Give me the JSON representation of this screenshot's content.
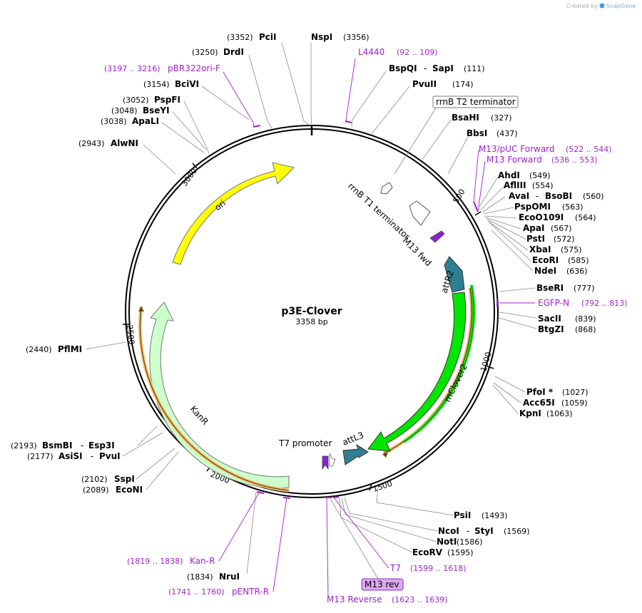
{
  "header": {
    "credit_prefix": "Created by",
    "credit_brand": "SnapGene"
  },
  "map": {
    "name": "p3E-Clover",
    "size": "3358 bp"
  },
  "ticks": [
    "500",
    "1000",
    "1500",
    "2000",
    "2500",
    "3000"
  ],
  "sites": {
    "pcil": {
      "pos": "(3352)",
      "name": "PciI"
    },
    "nspl": {
      "name": "NspI",
      "pos": "(3356)"
    },
    "drdl": {
      "pos": "(3250)",
      "name": "DrdI"
    },
    "bspqi": {
      "name": "BspQI",
      "sep": "-",
      "name2": "SapI",
      "pos": "(111)"
    },
    "pvull": {
      "name": "PvuII",
      "pos": "(174)"
    },
    "bcivi": {
      "pos": "(3154)",
      "name": "BciVI"
    },
    "pspfi": {
      "pos": "(3052)",
      "name": "PspFI"
    },
    "bseyi": {
      "pos": "(3048)",
      "name": "BseYI"
    },
    "apali": {
      "pos": "(3038)",
      "name": "ApaLI"
    },
    "bsahi": {
      "name": "BsaHI",
      "pos": "(327)"
    },
    "bbsi": {
      "name": "BbsI",
      "pos": "(437)"
    },
    "alwni": {
      "pos": "(2943)",
      "name": "AlwNI"
    },
    "ahdi": {
      "name": "AhdI",
      "pos": "(549)"
    },
    "aflIII": {
      "name": "AflIII",
      "pos": "(554)"
    },
    "aval": {
      "name": "AvaI",
      "sep": "-",
      "name2": "BsoBI",
      "pos": "(560)"
    },
    "pspomi": {
      "name": "PspOMI",
      "pos": "(563)"
    },
    "eco0109i": {
      "name": "EcoO109I",
      "pos": "(564)"
    },
    "apai": {
      "name": "ApaI",
      "pos": "(567)"
    },
    "psti": {
      "name": "PstI",
      "pos": "(572)"
    },
    "xbai": {
      "name": "XbaI",
      "pos": "(575)"
    },
    "ecori": {
      "name": "EcoRI",
      "pos": "(585)"
    },
    "ndei": {
      "name": "NdeI",
      "pos": "(636)"
    },
    "bseri": {
      "name": "BseRI",
      "pos": "(777)"
    },
    "sacii": {
      "name": "SacII",
      "pos": "(839)"
    },
    "btgzi": {
      "name": "BtgZI",
      "pos": "(868)"
    },
    "pfimi": {
      "pos": "(2440)",
      "name": "PflMI"
    },
    "pfoi": {
      "name": "PfoI *",
      "pos": "(1027)"
    },
    "acc65i": {
      "name": "Acc65I",
      "pos": "(1059)"
    },
    "kpni": {
      "name": "KpnI",
      "pos": "(1063)"
    },
    "bsmbi": {
      "pos": "(2193)",
      "name": "BsmBI",
      "sep": "-",
      "name2": "Esp3I"
    },
    "asisi": {
      "pos": "(2177)",
      "name": "AsiSI",
      "sep": "-",
      "name2": "PvuI"
    },
    "sspi": {
      "pos": "(2102)",
      "name": "SspI"
    },
    "econi": {
      "pos": "(2089)",
      "name": "EcoNI"
    },
    "psii": {
      "name": "PsiI",
      "pos": "(1493)"
    },
    "ncoi": {
      "name": "NcoI",
      "sep": "-",
      "name2": "StyI",
      "pos": "(1569)"
    },
    "noti": {
      "name": "NotI",
      "pos": "(1586)"
    },
    "ecorv": {
      "name": "EcoRV",
      "pos": "(1595)"
    },
    "nrui": {
      "pos": "(1834)",
      "name": "NruI"
    }
  },
  "primers": {
    "l4440": {
      "name": "L4440",
      "range": "(92 .. 109)"
    },
    "pbr322ori": {
      "range": "(3197 .. 3216)",
      "name": "pBR322ori-F"
    },
    "m13puc": {
      "name": "M13/pUC Forward",
      "range": "(522 .. 544)"
    },
    "m13fwd": {
      "name": "M13 Forward",
      "range": "(536 .. 553)"
    },
    "egfpn": {
      "name": "EGFP-N",
      "range": "(792 .. 813)"
    },
    "kanr": {
      "range": "(1819 .. 1838)",
      "name": "Kan-R"
    },
    "pentr": {
      "range": "(1741 .. 1760)",
      "name": "pENTR-R"
    },
    "t7": {
      "name": "T7",
      "range": "(1599 .. 1618)"
    },
    "m13rev": {
      "name": "M13 Reverse",
      "range": "(1623 .. 1639)"
    }
  },
  "features": {
    "rrnb_t2": "rrnB T2 terminator",
    "rrnb_t1": "rrnB T1 terminator",
    "m13_fwd": "M13 fwd",
    "attr2": "attR2",
    "mclover2": "mClover2",
    "attl3": "attL3",
    "t7_promoter": "T7 promoter",
    "ori": "ori",
    "kanr": "KanR",
    "m13_rev_box": "M13 rev"
  },
  "colors": {
    "backbone": "#000000",
    "ori": "#ffff00",
    "kanr": "#ccffcc",
    "mclover2": "#00e600",
    "att": "#2f7f92",
    "primer": "#a020d0",
    "orf": "#f5c37a",
    "brand": "#3aa0e0"
  }
}
